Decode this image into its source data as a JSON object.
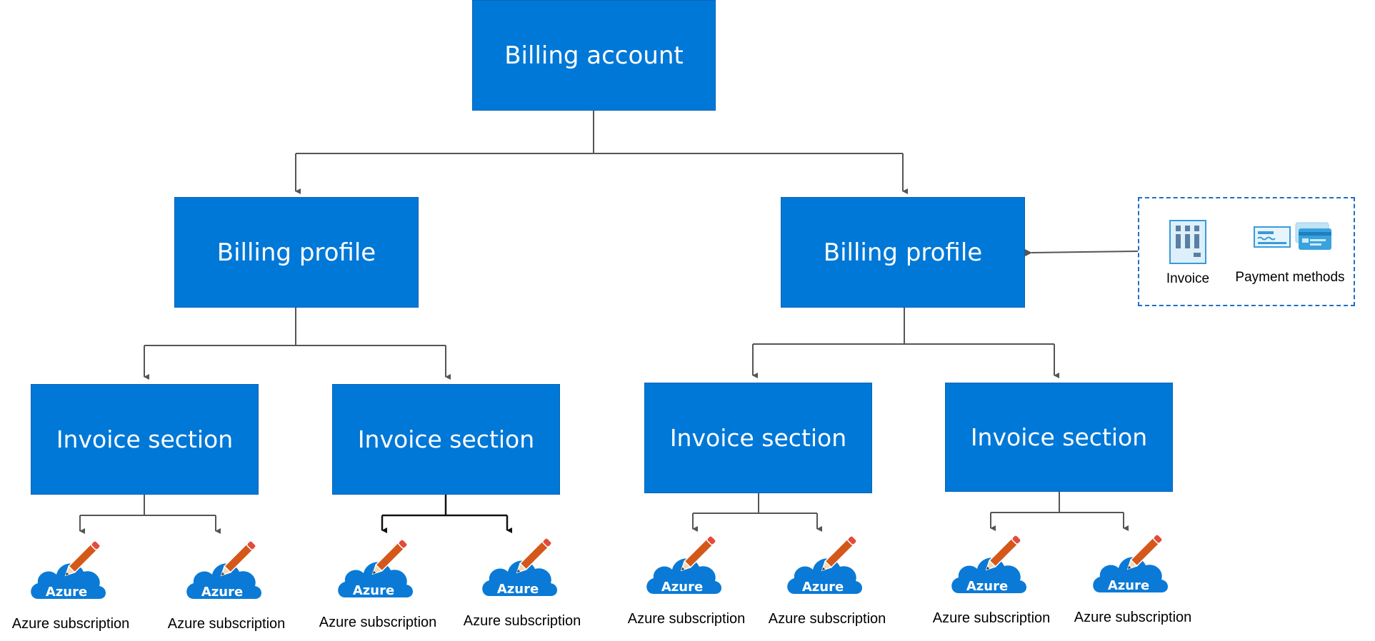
{
  "billing_account": {
    "label": "Billing account"
  },
  "billing_profiles": [
    {
      "label": "Billing profile"
    },
    {
      "label": "Billing profile"
    }
  ],
  "invoice_sections": [
    {
      "label": "Invoice section"
    },
    {
      "label": "Invoice section"
    },
    {
      "label": "Invoice section"
    },
    {
      "label": "Invoice section"
    }
  ],
  "subscriptions": [
    {
      "label": "Azure subscription",
      "logo_text": "Azure"
    },
    {
      "label": "Azure subscription",
      "logo_text": "Azure"
    },
    {
      "label": "Azure subscription",
      "logo_text": "Azure"
    },
    {
      "label": "Azure subscription",
      "logo_text": "Azure"
    },
    {
      "label": "Azure subscription",
      "logo_text": "Azure"
    },
    {
      "label": "Azure subscription",
      "logo_text": "Azure"
    },
    {
      "label": "Azure subscription",
      "logo_text": "Azure"
    },
    {
      "label": "Azure subscription",
      "logo_text": "Azure"
    }
  ],
  "legend": {
    "invoice_label": "Invoice",
    "payment_label": "Payment methods"
  },
  "colors": {
    "node_fill": "#0078d7",
    "connector": "#555555",
    "legend_border": "#1e6fc2",
    "cloud": "#0a7ad6",
    "pencil": "#d4581a"
  }
}
